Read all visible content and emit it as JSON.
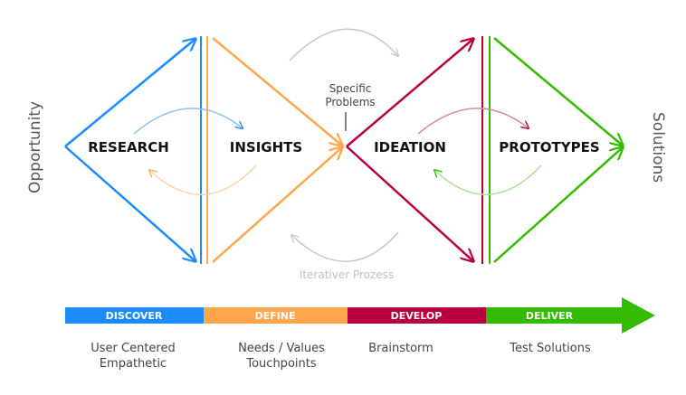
{
  "colors": {
    "discover": "#1a8cff",
    "define": "#ffa64d",
    "develop": "#b8003f",
    "deliver": "#33bb00",
    "gray": "#c8c8c8"
  },
  "side_labels": {
    "left": "Opportunity",
    "right": "Solutions"
  },
  "stages": [
    "RESEARCH",
    "INSIGHTS",
    "IDEATION",
    "PROTOTYPES"
  ],
  "specific_problems": [
    "Specific",
    "Problems"
  ],
  "iterative": "Iterativer Prozess",
  "phases": [
    {
      "label": "DISCOVER",
      "desc": [
        "User Centered",
        "Empathetic"
      ]
    },
    {
      "label": "DEFINE",
      "desc": [
        "Needs / Values",
        "Touchpoints"
      ]
    },
    {
      "label": "DEVELOP",
      "desc": [
        "Brainstorm",
        ""
      ]
    },
    {
      "label": "DELIVER",
      "desc": [
        "Test Solutions",
        ""
      ]
    }
  ]
}
